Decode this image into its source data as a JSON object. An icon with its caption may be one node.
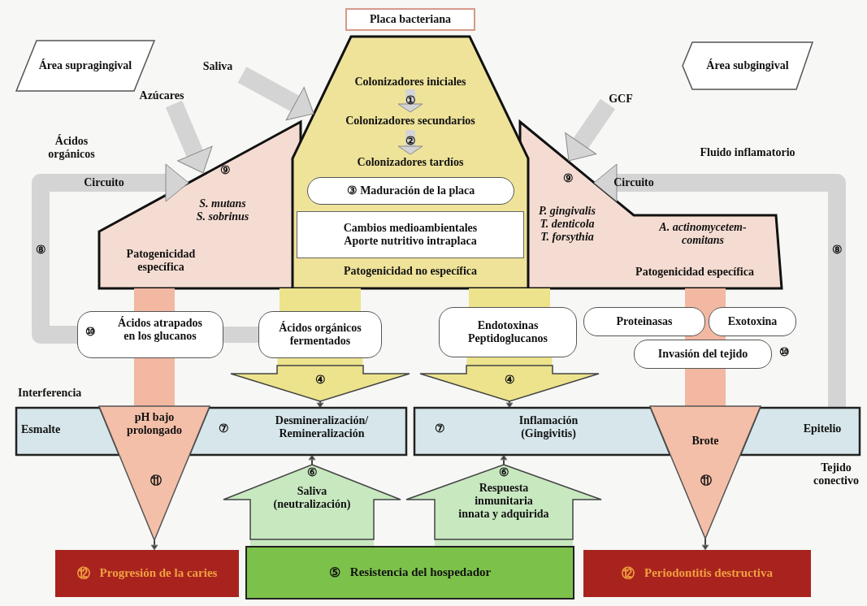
{
  "diagram": {
    "nodes": [
      {
        "text": [
          "Área supragingival"
        ]
      },
      {
        "text": [
          "Área subgingival"
        ]
      },
      {
        "text": [
          "Placa bacteriana"
        ]
      },
      {
        "text": [
          "Patogenicidad no específica"
        ]
      },
      {
        "text": [
          "Colonizadores iniciales"
        ],
        "in": 3
      },
      {
        "text": [
          "Colonizadores secundarios"
        ],
        "in": 3
      },
      {
        "text": [
          "Colonizadores tardíos"
        ],
        "in": 3
      },
      {
        "text": [
          "③ Maduración de la placa"
        ],
        "in": 3
      },
      {
        "text": [
          "Cambios medioambientales Aporte nutritivo intraplaca"
        ],
        "in": 3
      },
      {
        "text": [
          "⑨",
          "S. mutans S. sobrinus",
          "Patogenicidad específica"
        ]
      },
      {
        "text": [
          "⑨",
          "P. gingivalis T. denticola T. forsythia",
          "A. actinomycetem-comitans",
          "Patogenicidad específica"
        ]
      },
      {
        "text": [
          "⑩",
          "Ácidos atrapados en los glucanos"
        ]
      },
      {
        "text": [
          "Ácidos orgánicos fermentados"
        ]
      },
      {
        "text": [
          "Endotoxinas Peptidoglucanos"
        ]
      },
      {
        "text": [
          "Proteinasas"
        ]
      },
      {
        "text": [
          "Exotoxina"
        ]
      },
      {
        "text": [
          "Invasión del tejido"
        ],
        "beside": [
          "⑩"
        ]
      },
      {
        "text": [
          "Esmalte",
          "⑦",
          "Desmineralización/ Remineralización"
        ]
      },
      {
        "text": [
          "⑦",
          "Inflamación (Gingivitis)",
          "Epitelio"
        ]
      },
      {
        "text": [
          "pH bajo prolongado",
          "⑪"
        ]
      },
      {
        "text": [
          "Brote",
          "⑪"
        ]
      },
      {
        "text": [
          "④"
        ]
      },
      {
        "text": [
          "④"
        ]
      },
      {
        "text": [
          "⑥",
          "Saliva (neutralización)"
        ]
      },
      {
        "text": [
          "⑥",
          "Respuesta inmunitaria innata y adquirida"
        ]
      },
      {
        "text": [
          "⑫",
          "Progresión de la caries"
        ]
      },
      {
        "text": [
          "⑤",
          "Resistencia del hospedador"
        ]
      },
      {
        "text": [
          "⑫",
          "Periodontitis destructiva"
        ]
      },
      {
        "text": [
          "Saliva"
        ]
      },
      {
        "text": [
          "Azúcares"
        ]
      },
      {
        "text": [
          "GCF"
        ]
      }
    ],
    "edges": [
      {
        "from": 28,
        "to": 3,
        "arrow": "to",
        "color": "#d4d4d4"
      },
      {
        "from": 29,
        "to": 9,
        "arrow": "to",
        "color": "#d4d4d4"
      },
      {
        "from": 30,
        "to": 10,
        "arrow": "to",
        "color": "#d4d4d4"
      },
      {
        "from": 4,
        "to": 5,
        "arrow": "to",
        "label": "①",
        "color": "#d4d4d4"
      },
      {
        "from": 5,
        "to": 6,
        "arrow": "to",
        "label": "②",
        "color": "#d4d4d4"
      },
      {
        "from": 11,
        "to": 9,
        "arrow": "to",
        "label": "Circuito",
        "color": "#d4d4d4"
      },
      {
        "from": 18,
        "to": 10,
        "arrow": "to",
        "label": "Circuito",
        "color": "#d4d4d4"
      },
      {
        "from": 12,
        "to": 11,
        "arrow": "none",
        "color": "#d4d4d4"
      },
      {
        "from": 9,
        "to": 11,
        "arrow": "none",
        "style": "thick",
        "color": "#f2b8a2"
      },
      {
        "from": 11,
        "to": 19,
        "arrow": "none",
        "style": "thick",
        "color": "#f2b8a2"
      },
      {
        "from": 3,
        "to": 12,
        "arrow": "none",
        "style": "thick",
        "color": "#ece38c"
      },
      {
        "from": 12,
        "to": 21,
        "arrow": "none",
        "style": "thick",
        "color": "#ece38c"
      },
      {
        "from": 3,
        "to": 13,
        "arrow": "none",
        "style": "thick",
        "color": "#ece38c"
      },
      {
        "from": 13,
        "to": 22,
        "arrow": "none",
        "style": "thick",
        "color": "#ece38c"
      },
      {
        "from": 10,
        "to": 16,
        "arrow": "none",
        "style": "thick",
        "color": "#f2b8a2"
      },
      {
        "from": 16,
        "to": 20,
        "arrow": "none",
        "style": "thick",
        "color": "#f2b8a2"
      },
      {
        "from": 21,
        "to": 17,
        "arrow": "to",
        "color": "#444444"
      },
      {
        "from": 22,
        "to": 18,
        "arrow": "to",
        "color": "#444444"
      },
      {
        "from": 19,
        "to": 25,
        "arrow": "to",
        "color": "#444444"
      },
      {
        "from": 20,
        "to": 27,
        "arrow": "to",
        "color": "#444444"
      },
      {
        "from": 26,
        "to": 23,
        "arrow": "none",
        "style": "thick",
        "color": "#c8e8c0"
      },
      {
        "from": 23,
        "to": 17,
        "arrow": "to",
        "color": "#444444"
      },
      {
        "from": 26,
        "to": 24,
        "arrow": "none",
        "style": "thick",
        "color": "#c8e8c0"
      },
      {
        "from": 24,
        "to": 18,
        "arrow": "to",
        "color": "#444444"
      }
    ],
    "labels": [
      "Ácidos orgánicos",
      "⑧",
      "Fluido inflamatorio",
      "⑧",
      "Interferencia",
      "Tejido conectivo"
    ]
  }
}
